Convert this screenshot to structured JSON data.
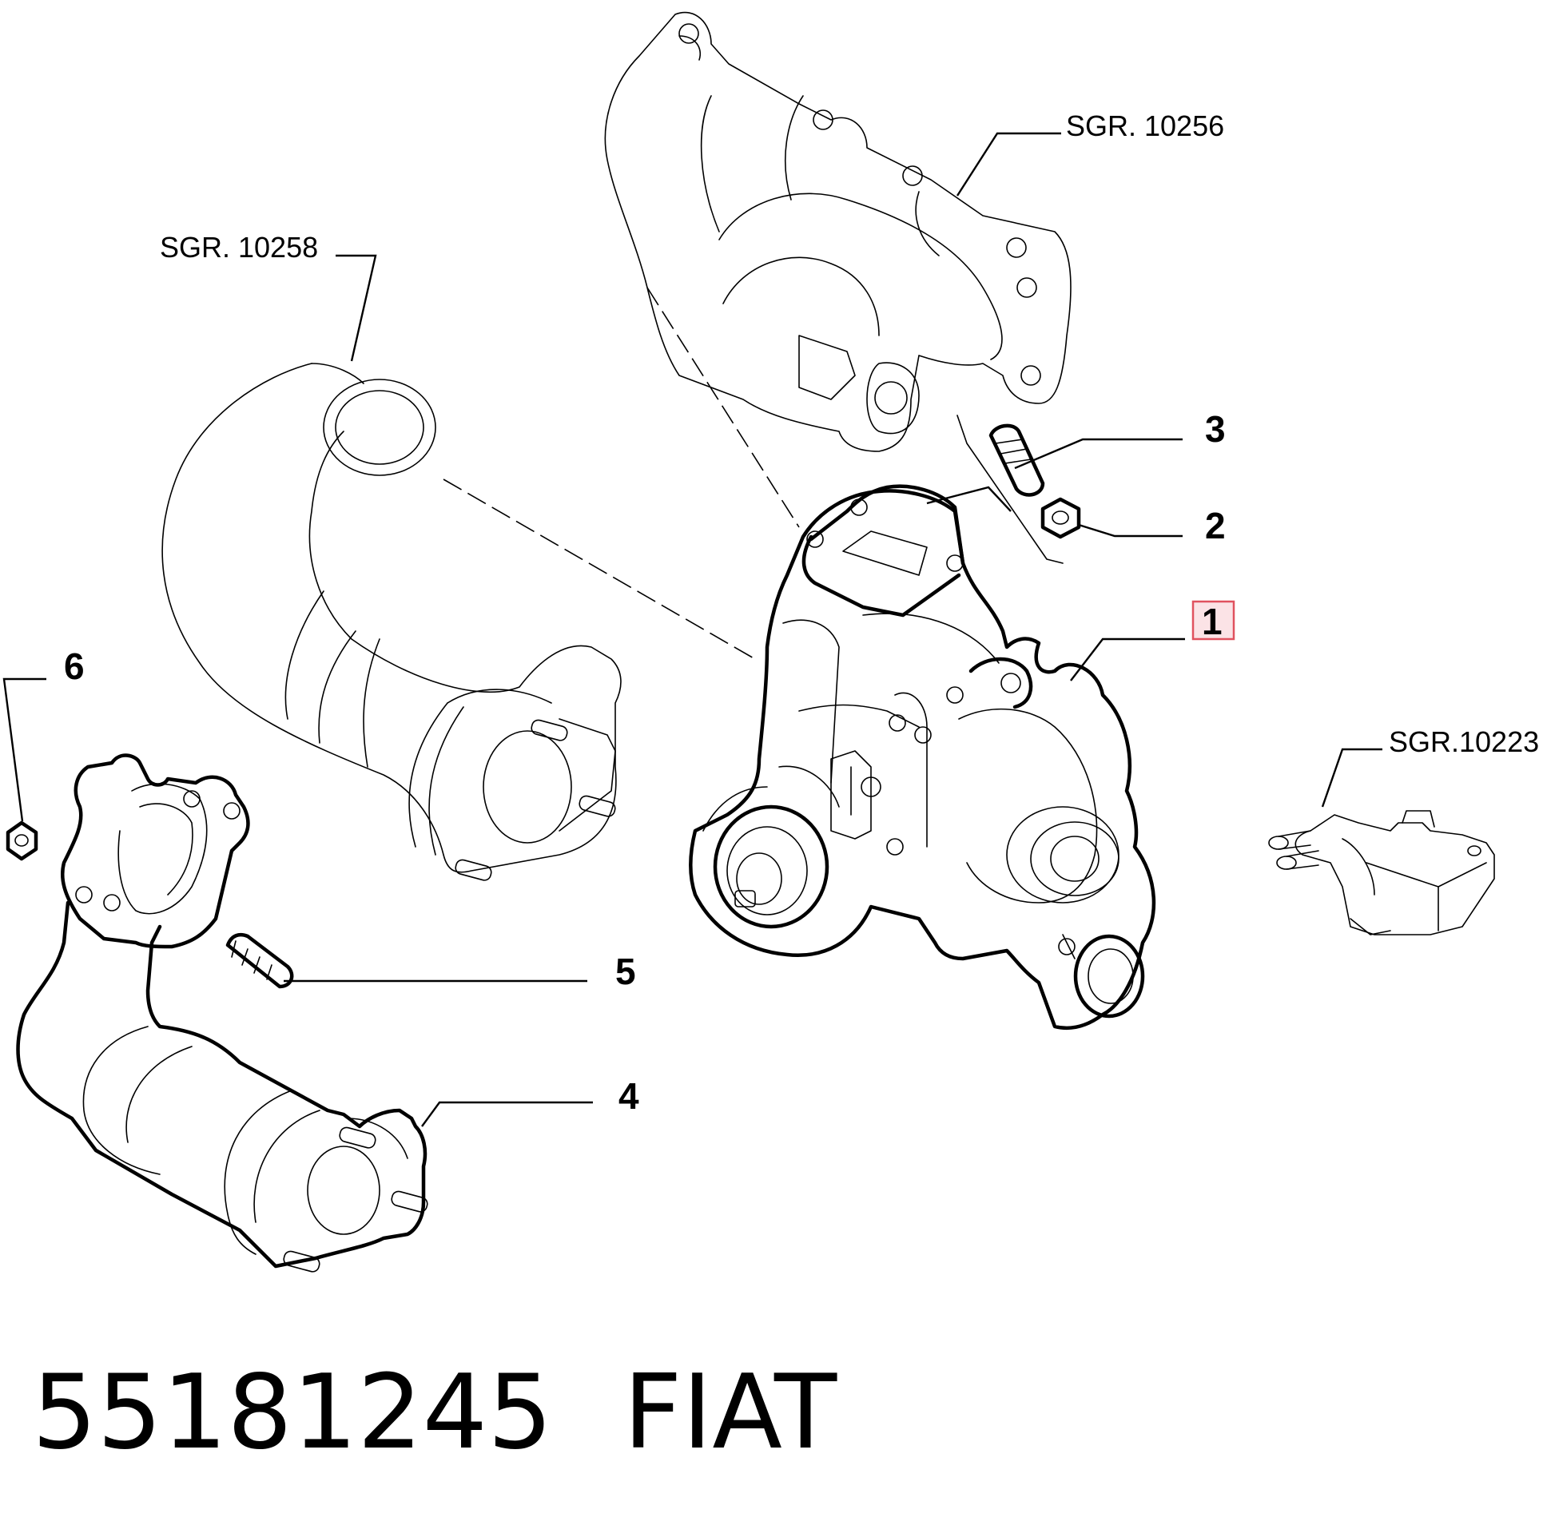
{
  "references": {
    "exhaust_manifold": "SGR. 10256",
    "downpipe": "SGR. 10258",
    "solenoid_valve": "SGR.10223"
  },
  "callouts": [
    "1",
    "2",
    "3",
    "4",
    "5",
    "6"
  ],
  "highlighted_callout": "1",
  "footer": {
    "part_number": "55181245",
    "brand": "FIAT"
  },
  "colors": {
    "highlight_fill": "#fbe3e6",
    "highlight_border": "#e0525f"
  }
}
